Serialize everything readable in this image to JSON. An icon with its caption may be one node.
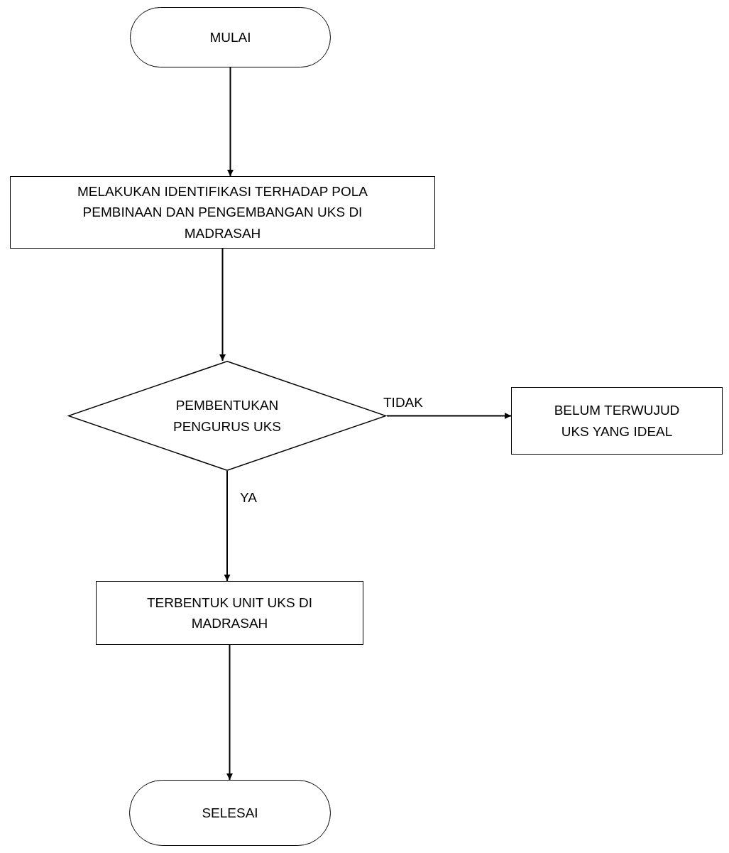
{
  "diagram": {
    "nodes": [
      {
        "text": [
          "MULAI"
        ]
      },
      {
        "text": [
          "MELAKUKAN IDENTIFIKASI TERHADAP POLA PEMBINAAN DAN PENGEMBANGAN UKS DI MADRASAH"
        ]
      },
      {
        "text": [
          "PEMBENTUKAN PENGURUS UKS"
        ]
      },
      {
        "text": [
          "BELUM TERWUJUD UKS YANG IDEAL"
        ]
      },
      {
        "text": [
          "TERBENTUK UNIT UKS DI MADRASAH"
        ]
      },
      {
        "text": [
          "SELESAI"
        ]
      }
    ],
    "edges": [
      {
        "from": 0,
        "to": 1,
        "arrow": "to"
      },
      {
        "from": 1,
        "to": 2,
        "arrow": "to"
      },
      {
        "from": 2,
        "to": 3,
        "arrow": "to",
        "label": "TIDAK"
      },
      {
        "from": 2,
        "to": 4,
        "arrow": "to",
        "label": "YA"
      },
      {
        "from": 4,
        "to": 5,
        "arrow": "to"
      }
    ]
  }
}
